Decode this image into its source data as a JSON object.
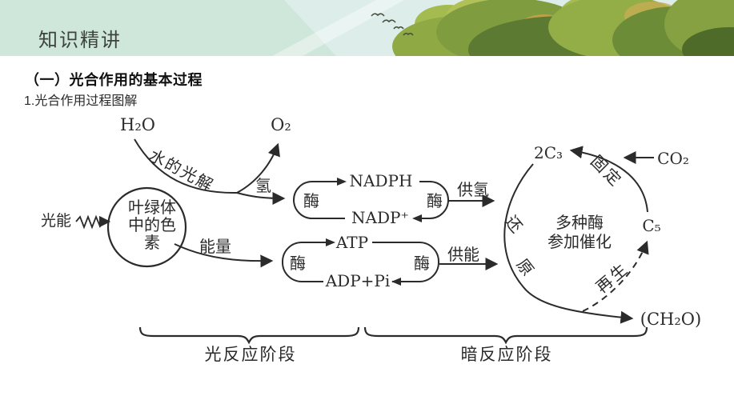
{
  "slide": {
    "bg": "#ffffff"
  },
  "header": {
    "title": "知识精讲",
    "banner_bg": "#cfe7da",
    "sky_bg": "#dcedea",
    "tree_colors": [
      "#8fa945",
      "#7f9c3e",
      "#5c7a31",
      "#94ae47",
      "#6d8c38",
      "#86a141",
      "#b1c158",
      "#a4bb50",
      "#c9a24b",
      "#c3ad54",
      "#4e6b2a"
    ],
    "bird_color": "#47523f"
  },
  "section": {
    "title": "（一）光合作用的基本过程",
    "subtitle": "1.光合作用过程图解"
  },
  "diagram": {
    "ink": "#2b2b2b",
    "labels": {
      "h2o": "H₂O",
      "o2": "O₂",
      "water_photolysis": "水的光解",
      "light_energy": "光能",
      "chloroplast_l1": "叶绿体",
      "chloroplast_l2": "中的色",
      "chloroplast_l3": "素",
      "hydrogen": "氢",
      "energy": "能量",
      "enzyme": "酶",
      "nadph": "NADPH",
      "nadp_plus": "NADP⁺",
      "atp": "ATP",
      "adp_pi": "ADP+Pi",
      "supply_hydrogen": "供氢",
      "supply_energy": "供能",
      "two_c3": "2C₃",
      "co2": "CO₂",
      "fixation": "固定",
      "c5": "C₅",
      "reduction_char1": "还",
      "reduction_char2": "原",
      "regeneration": "再生",
      "multi_enzyme_l1": "多种酶",
      "multi_enzyme_l2": "参加催化",
      "ch2o": "(CH₂O)",
      "light_stage": "光反应阶段",
      "dark_stage": "暗反应阶段"
    }
  }
}
